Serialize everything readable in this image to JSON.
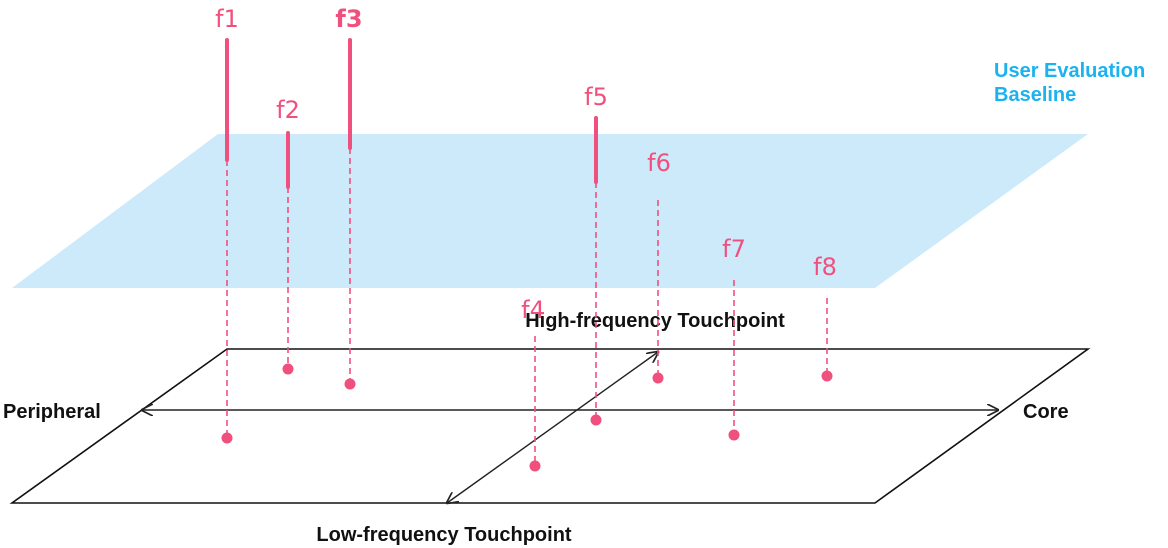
{
  "baseline": {
    "label_line1": "User Evaluation",
    "label_line2": "Baseline",
    "color": "#cdeafb",
    "label_color": "#1ab2ef"
  },
  "axes": {
    "high_frequency": "High-frequency Touchpoint",
    "low_frequency": "Low-frequency Touchpoint",
    "peripheral": "Peripheral",
    "core": "Core"
  },
  "feature_color": "#f0507e",
  "features": [
    {
      "id": "f1",
      "label": "f1",
      "above_baseline": true
    },
    {
      "id": "f2",
      "label": "f2",
      "above_baseline": true
    },
    {
      "id": "f3",
      "label": "f3",
      "above_baseline": true
    },
    {
      "id": "f4",
      "label": "f4",
      "above_baseline": false
    },
    {
      "id": "f5",
      "label": "f5",
      "above_baseline": true
    },
    {
      "id": "f6",
      "label": "f6",
      "above_baseline": false
    },
    {
      "id": "f7",
      "label": "f7",
      "above_baseline": false
    },
    {
      "id": "f8",
      "label": "f8",
      "above_baseline": false
    }
  ]
}
